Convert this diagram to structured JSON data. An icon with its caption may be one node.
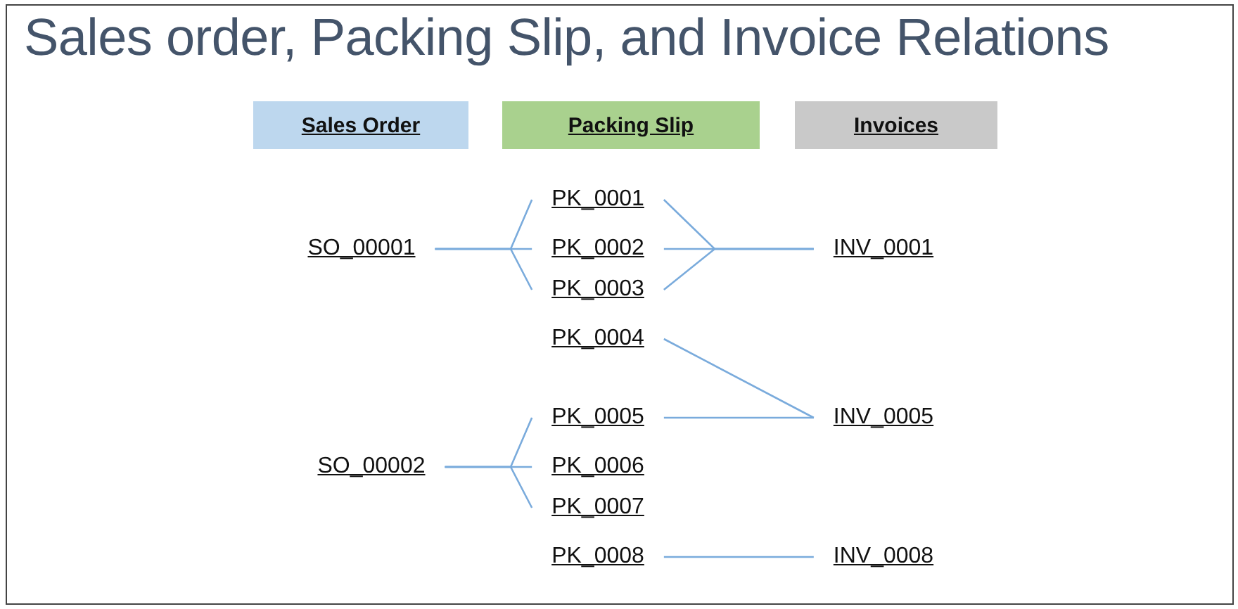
{
  "diagram": {
    "title": "Sales order, Packing Slip, and Invoice Relations",
    "nodes": [
      {
        "text": [
          "Sales Order"
        ]
      },
      {
        "text": [
          "Packing Slip"
        ]
      },
      {
        "text": [
          "Invoices"
        ]
      },
      {
        "text": [
          "SO_00001"
        ]
      },
      {
        "text": [
          "PK_0001"
        ]
      },
      {
        "text": [
          "PK_0002"
        ]
      },
      {
        "text": [
          "PK_0003"
        ]
      },
      {
        "text": [
          "INV_0001"
        ]
      },
      {
        "text": [
          "PK_0004"
        ]
      },
      {
        "text": [
          "PK_0005"
        ]
      },
      {
        "text": [
          "INV_0005"
        ]
      },
      {
        "text": [
          "SO_00002"
        ]
      },
      {
        "text": [
          "PK_0006"
        ]
      },
      {
        "text": [
          "PK_0007"
        ]
      },
      {
        "text": [
          "PK_0008"
        ]
      },
      {
        "text": [
          "INV_0008"
        ]
      }
    ],
    "edges": [
      {
        "from": 3,
        "to": 4,
        "arrow": "none"
      },
      {
        "from": 3,
        "to": 5,
        "arrow": "none"
      },
      {
        "from": 3,
        "to": 6,
        "arrow": "none"
      },
      {
        "from": 4,
        "to": 7,
        "arrow": "none"
      },
      {
        "from": 5,
        "to": 7,
        "arrow": "none"
      },
      {
        "from": 6,
        "to": 7,
        "arrow": "none"
      },
      {
        "from": 8,
        "to": 10,
        "arrow": "none"
      },
      {
        "from": 9,
        "to": 10,
        "arrow": "none"
      },
      {
        "from": 11,
        "to": 9,
        "arrow": "none"
      },
      {
        "from": 11,
        "to": 12,
        "arrow": "none"
      },
      {
        "from": 11,
        "to": 13,
        "arrow": "none"
      },
      {
        "from": 14,
        "to": 15,
        "arrow": "none"
      }
    ]
  }
}
